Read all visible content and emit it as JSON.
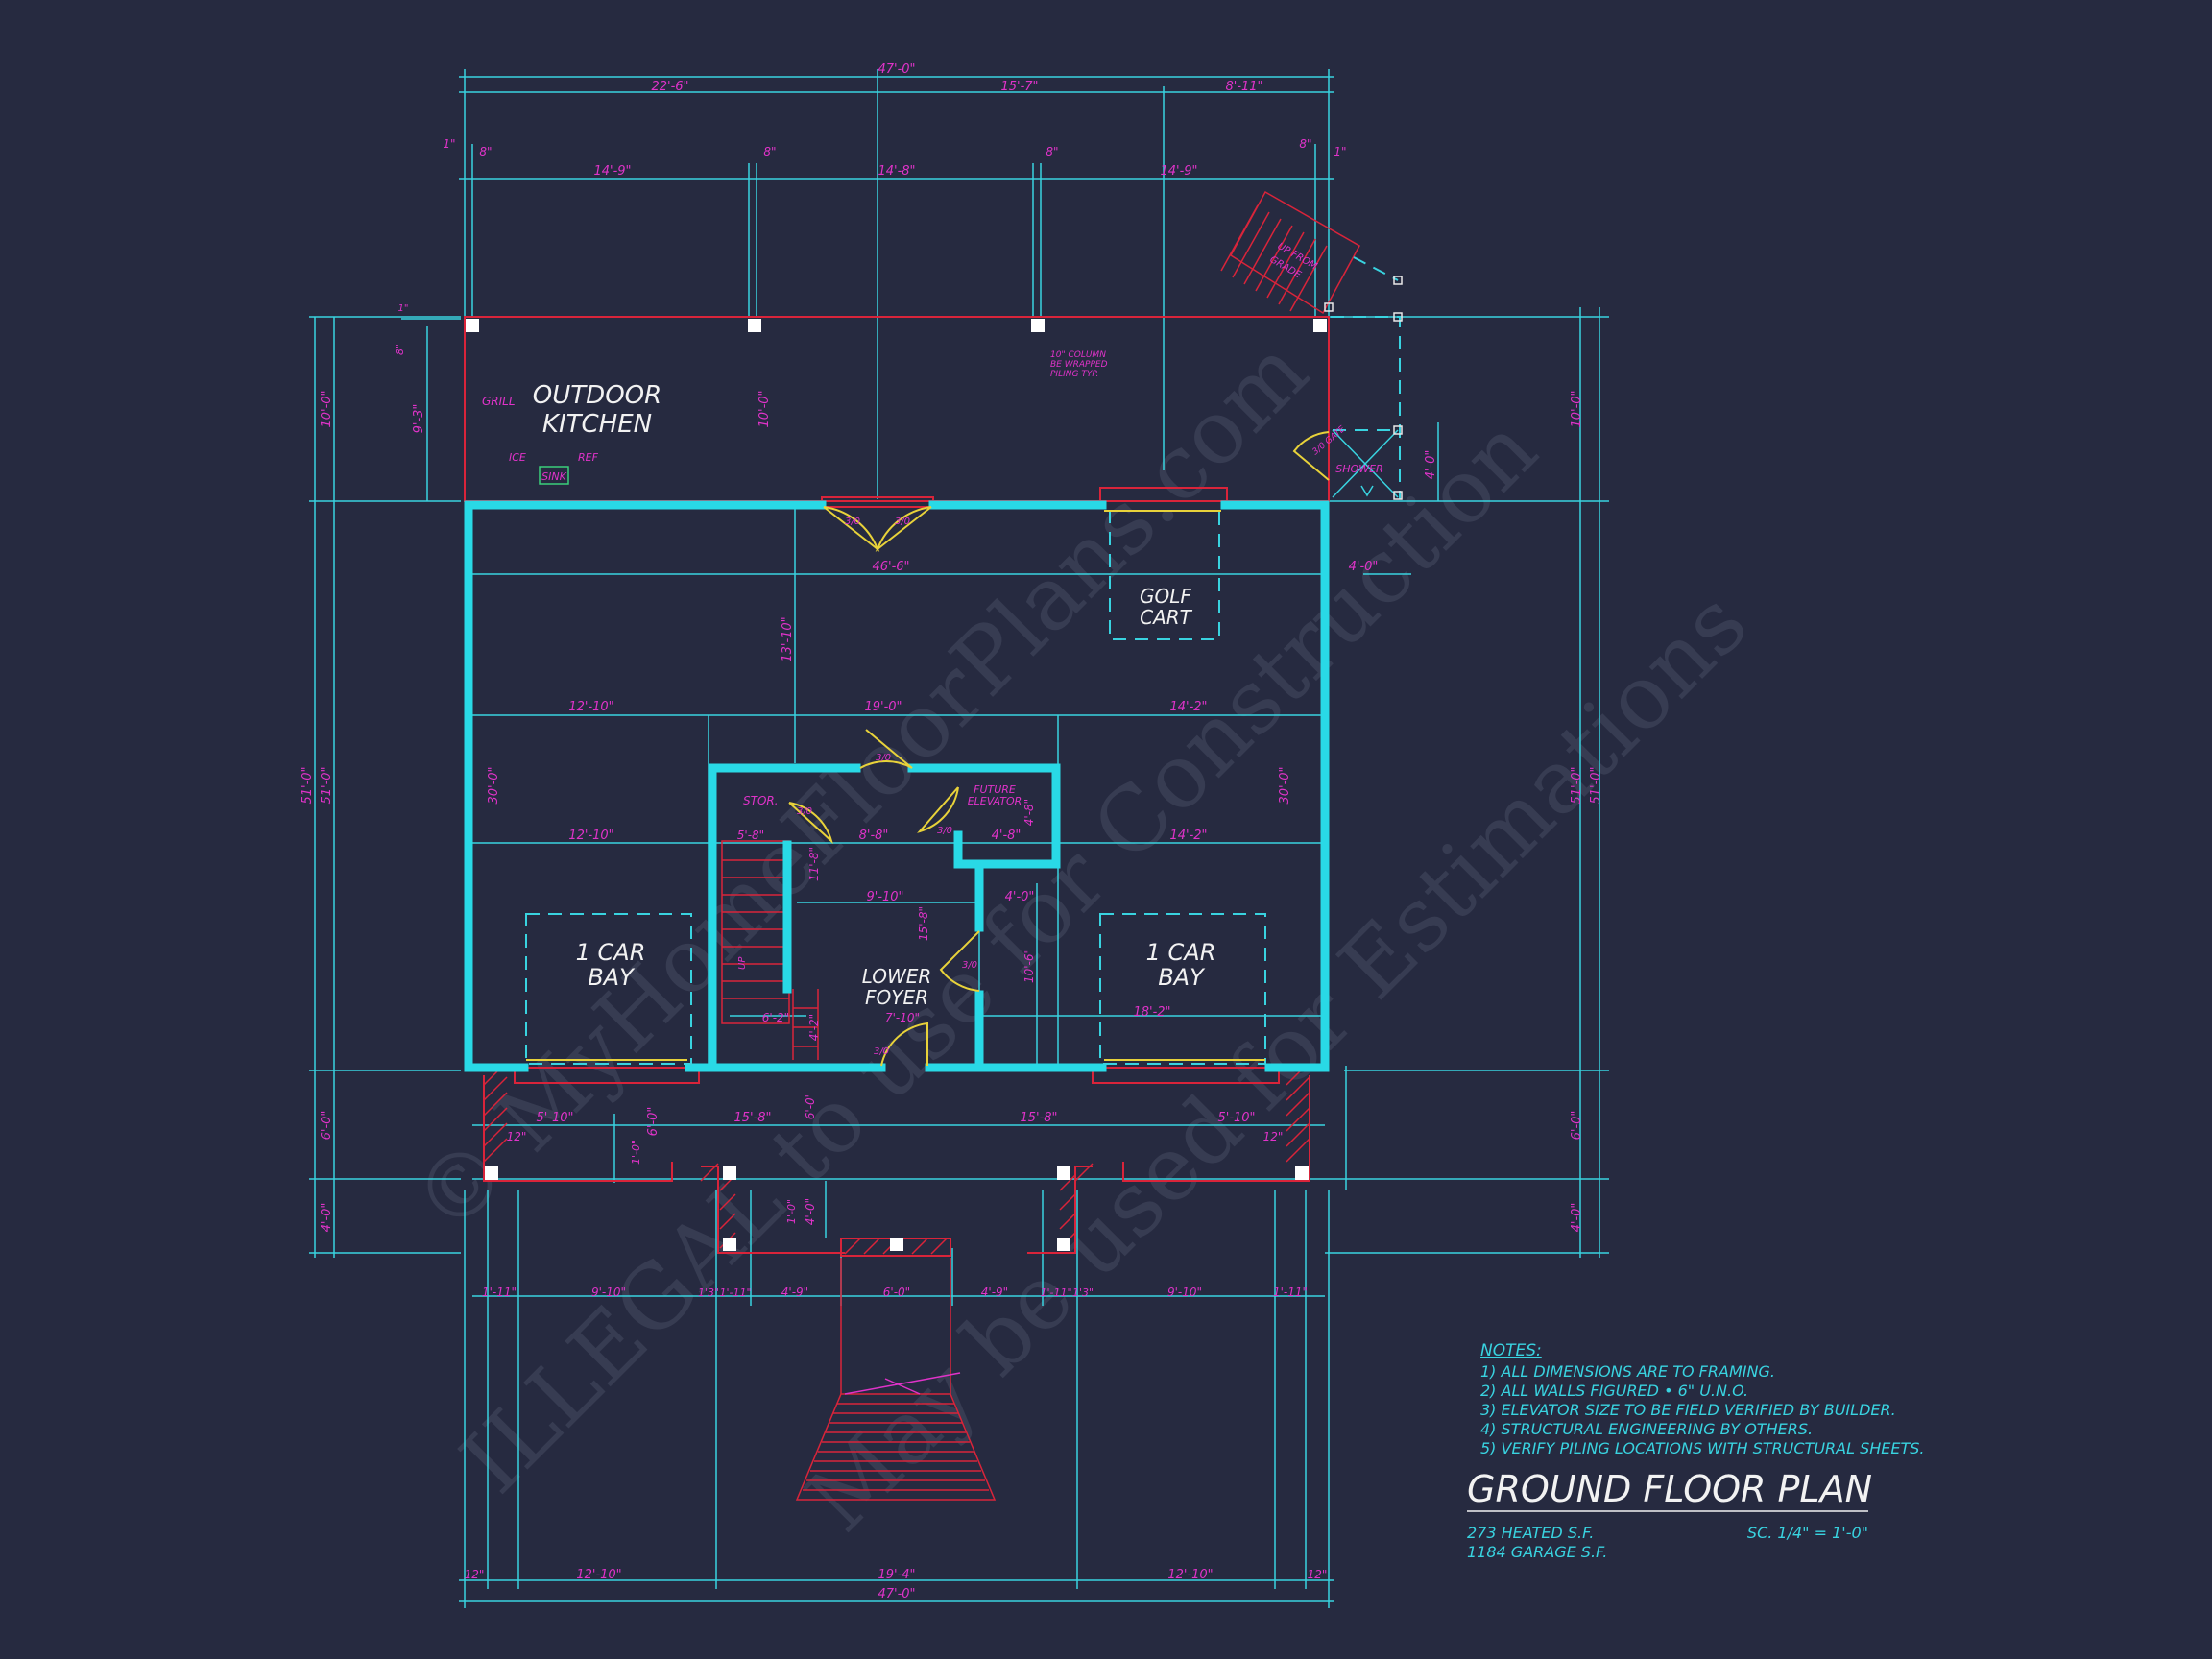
{
  "rooms": {
    "outdoor_kitchen_1": "OUTDOOR",
    "outdoor_kitchen_2": "KITCHEN",
    "grill": "GRILL",
    "ice": "ICE",
    "ref": "REF",
    "sink": "SINK",
    "golf_cart_1": "GOLF",
    "golf_cart_2": "CART",
    "car_bay_left_1": "1 CAR",
    "car_bay_left_2": "BAY",
    "car_bay_right_1": "1 CAR",
    "car_bay_right_2": "BAY",
    "lower_foyer_1": "LOWER",
    "lower_foyer_2": "FOYER",
    "stor": "STOR.",
    "future_elevator_1": "FUTURE",
    "future_elevator_2": "ELEVATOR",
    "shower": "SHOWER",
    "gate": "3/0 GATE",
    "up_stair": "UP",
    "up_from_grade_1": "UP FROM",
    "up_from_grade_2": "GRADE",
    "column_note_1": "10\" COLUMN",
    "column_note_2": "BE WRAPPED",
    "column_note_3": "PILING TYP."
  },
  "dimensions": {
    "overall_top": "47'-0\"",
    "top_segments": [
      "22'-6\"",
      "15'-7\"",
      "8'-11\""
    ],
    "column_row": [
      "14'-9\"",
      "14'-8\"",
      "14'-9\""
    ],
    "column_widths": [
      "8\"",
      "8\"",
      "8\"",
      "8\""
    ],
    "one_inch": "1\"",
    "outdoor_depth": "10'-0\"",
    "kitchen_depth": "9'-3\"",
    "interior_width": "46'-6\"",
    "stor_depth": "13'-10\"",
    "row_1": [
      "12'-10\"",
      "19'-0\"",
      "14'-2\""
    ],
    "row_2": [
      "12'-10\"",
      "8'-8\"",
      "4'-8\"",
      "14'-2\""
    ],
    "stor_width": "5'-8\"",
    "stor_height": "11'-8\"",
    "foyer_width": "9'-10\"",
    "elevator_height": "4'-8\"",
    "foyer_inner": "4'-0\"",
    "hall_depth": "15'-8\"",
    "closet_depth": "10'-6\"",
    "stair_width": "6'-2\"",
    "stair_run": "4'-2\"",
    "foyer_small": "7'-10\"",
    "right_bay_width": "18'-2\"",
    "side_depth": "30'-0\"",
    "total_depth": "51'-0\"",
    "porch_depth": "6'-0\"",
    "step_depth": "4'-0\"",
    "shower_depth": "4'-0\"",
    "porch_row": [
      "5'-10\"",
      "15'-8\"",
      "15'-8\"",
      "5'-10\""
    ],
    "twelve": "12\"",
    "one_foot": "1'-0\"",
    "bottom_row": [
      "1'-11\"",
      "9'-10\"",
      "1'3\"",
      "1'-11\"",
      "4'-9\"",
      "6'-0\"",
      "4'-9\"",
      "1'-11\"",
      "1'3\"",
      "9'-10\"",
      "1'-11\""
    ],
    "base_row": [
      "12\"",
      "12'-10\"",
      "19'-4\"",
      "12'-10\"",
      "12\""
    ],
    "overall_bottom": "47'-0\"",
    "door": "3/0",
    "door_double": "3/0"
  },
  "notes": {
    "heading": "NOTES:",
    "items": [
      "1) ALL DIMENSIONS ARE TO FRAMING.",
      "2) ALL WALLS FIGURED • 6\" U.N.O.",
      "3) ELEVATOR SIZE TO BE FIELD VERIFIED BY BUILDER.",
      "4) STRUCTURAL ENGINEERING BY OTHERS.",
      "5) VERIFY PILING LOCATIONS WITH STRUCTURAL SHEETS."
    ]
  },
  "title_block": {
    "title": "GROUND FLOOR PLAN",
    "heated": "273 HEATED S.F.",
    "garage": "1184 GARAGE S.F.",
    "scale": "SC. 1/4\" = 1'-0\""
  },
  "watermark": {
    "line1": "© MyHomeFloorPlans.com",
    "line2": "ILLEGAL to use for Construction",
    "line3": "May be used for Estimations"
  },
  "colors": {
    "background": "#262a40",
    "walls": "#29d9e6",
    "dimension": "#39d3e0",
    "label": "#e033c9",
    "structure": "#d9243a",
    "door": "#e8d23a"
  }
}
